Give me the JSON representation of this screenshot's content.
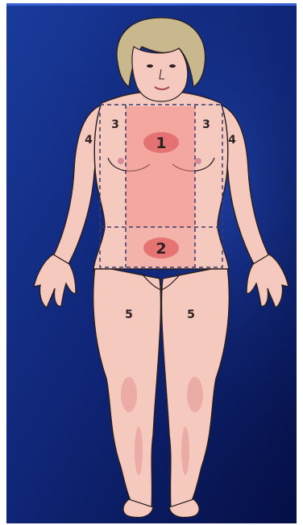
{
  "figure": {
    "colors": {
      "background_dark": "#06144f",
      "background_mid": "#1b3a9a",
      "skin": "#f6c9bf",
      "skin_shadow": "#d98c86",
      "outline": "#2a1d1d",
      "hair": "#c9b78e",
      "zone_fill": "#f08a84",
      "zone_marker": "#e2686a",
      "dash": "#3b3b6a",
      "label": "#2c2020"
    },
    "labels": {
      "zone_1": "1",
      "zone_2": "2",
      "zone_3_left": "3",
      "zone_3_right": "3",
      "zone_4_left": "4",
      "zone_4_right": "4",
      "zone_5_left": "5",
      "zone_5_right": "5"
    }
  }
}
